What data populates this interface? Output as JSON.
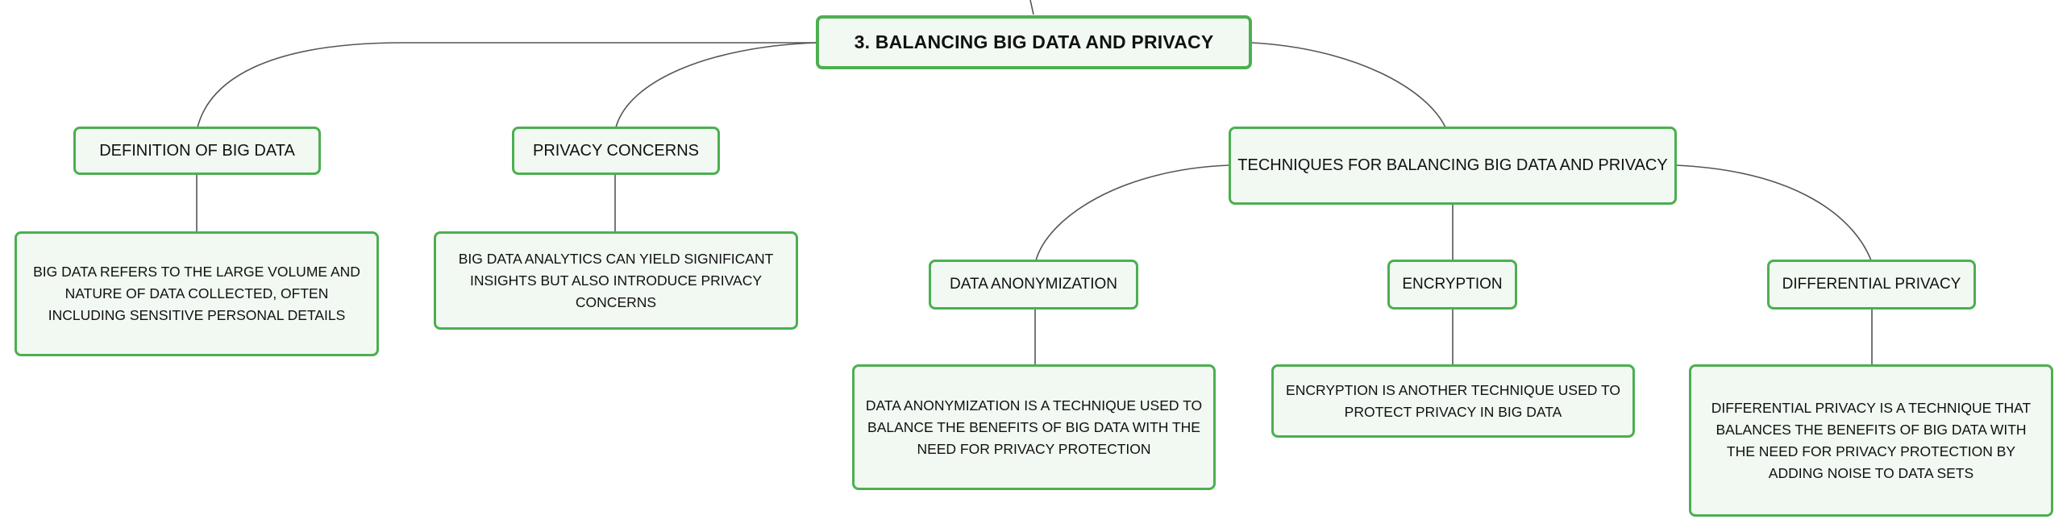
{
  "root": {
    "label": "3. BALANCING BIG DATA AND PRIVACY"
  },
  "definition": {
    "label": "DEFINITION OF BIG DATA",
    "description": "BIG DATA REFERS TO THE LARGE VOLUME AND NATURE OF DATA COLLECTED, OFTEN INCLUDING SENSITIVE PERSONAL DETAILS"
  },
  "privacy": {
    "label": "PRIVACY CONCERNS",
    "description": "BIG DATA ANALYTICS CAN YIELD SIGNIFICANT INSIGHTS BUT ALSO INTRODUCE PRIVACY CONCERNS"
  },
  "techniques": {
    "label": "TECHNIQUES FOR BALANCING BIG DATA AND PRIVACY",
    "anonymization": {
      "label": "DATA ANONYMIZATION",
      "description": "DATA ANONYMIZATION IS A TECHNIQUE USED TO BALANCE THE BENEFITS OF BIG DATA WITH THE NEED FOR PRIVACY PROTECTION"
    },
    "encryption": {
      "label": "ENCRYPTION",
      "description": "ENCRYPTION IS ANOTHER TECHNIQUE USED TO PROTECT PRIVACY IN BIG DATA"
    },
    "differential": {
      "label": "DIFFERENTIAL PRIVACY",
      "description": "DIFFERENTIAL PRIVACY IS A TECHNIQUE THAT BALANCES THE BENEFITS OF BIG DATA WITH THE NEED FOR PRIVACY PROTECTION BY ADDING NOISE TO DATA SETS"
    }
  },
  "colors": {
    "node_border": "#4caf50",
    "node_fill": "#f1f9f2",
    "connector": "#555555"
  }
}
